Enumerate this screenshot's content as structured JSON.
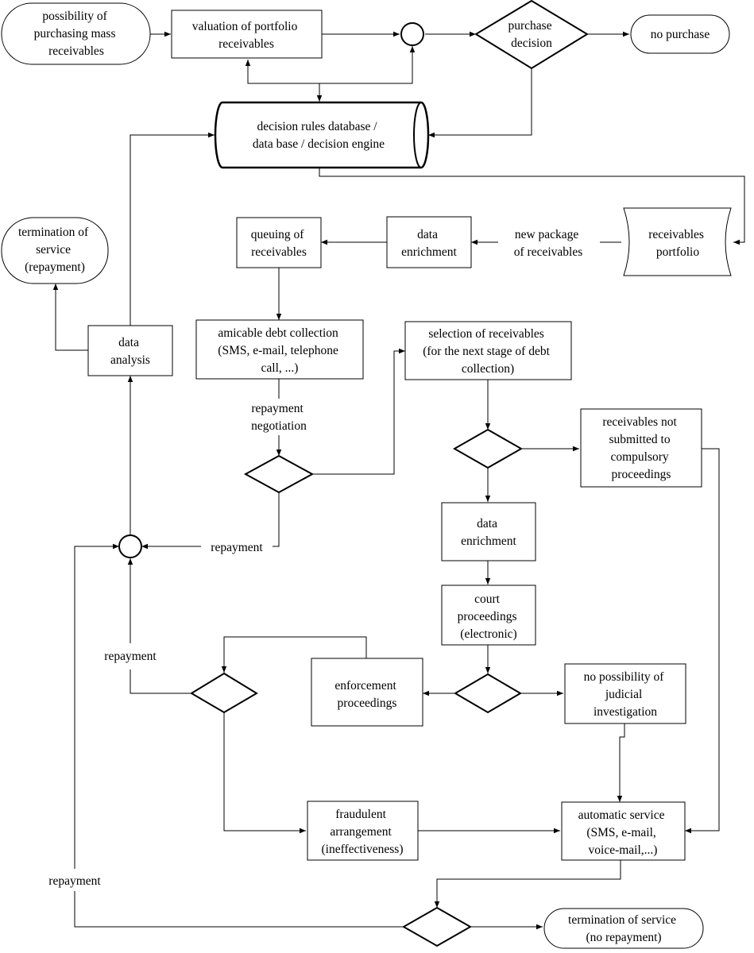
{
  "nodes": {
    "start": [
      "possibility of",
      "purchasing mass",
      "receivables"
    ],
    "valuation": [
      "valuation of portfolio",
      "receivables"
    ],
    "purchase_decision": [
      "purchase",
      "decision"
    ],
    "no_purchase": [
      "no purchase"
    ],
    "database": [
      "decision rules database /",
      "data base / decision engine"
    ],
    "termination_repayment": [
      "termination of",
      "service",
      "(repayment)"
    ],
    "queuing": [
      "queuing of",
      "receivables"
    ],
    "data_enrichment_1": [
      "data",
      "enrichment"
    ],
    "new_package": [
      "new package",
      "of receivables"
    ],
    "portfolio": [
      "receivables",
      "portfolio"
    ],
    "data_analysis": [
      "data",
      "analysis"
    ],
    "amicable": [
      "amicable debt collection",
      "(SMS, e-mail, telephone",
      "call, ...)"
    ],
    "selection": [
      "selection of receivables",
      "(for the next stage of debt",
      "collection)"
    ],
    "repayment_negotiation": [
      "repayment",
      "negotiation"
    ],
    "not_submitted": [
      "receivables not",
      "submitted to",
      "compulsory",
      "proceedings"
    ],
    "data_enrichment_2": [
      "data",
      "enrichment"
    ],
    "court": [
      "court",
      "proceedings",
      "(electronic)"
    ],
    "enforcement": [
      "enforcement",
      "proceedings"
    ],
    "no_possibility": [
      "no possibility of",
      "judicial",
      "investigation"
    ],
    "fraudulent": [
      "fraudulent",
      "arrangement",
      "(ineffectiveness)"
    ],
    "automatic": [
      "automatic service",
      "(SMS, e-mail,",
      "voice-mail,...)"
    ],
    "termination_no_repayment": [
      "termination of service",
      "(no repayment)"
    ]
  },
  "edge_labels": {
    "repayment_1": "repayment",
    "repayment_2": "repayment",
    "repayment_3": "repayment"
  }
}
